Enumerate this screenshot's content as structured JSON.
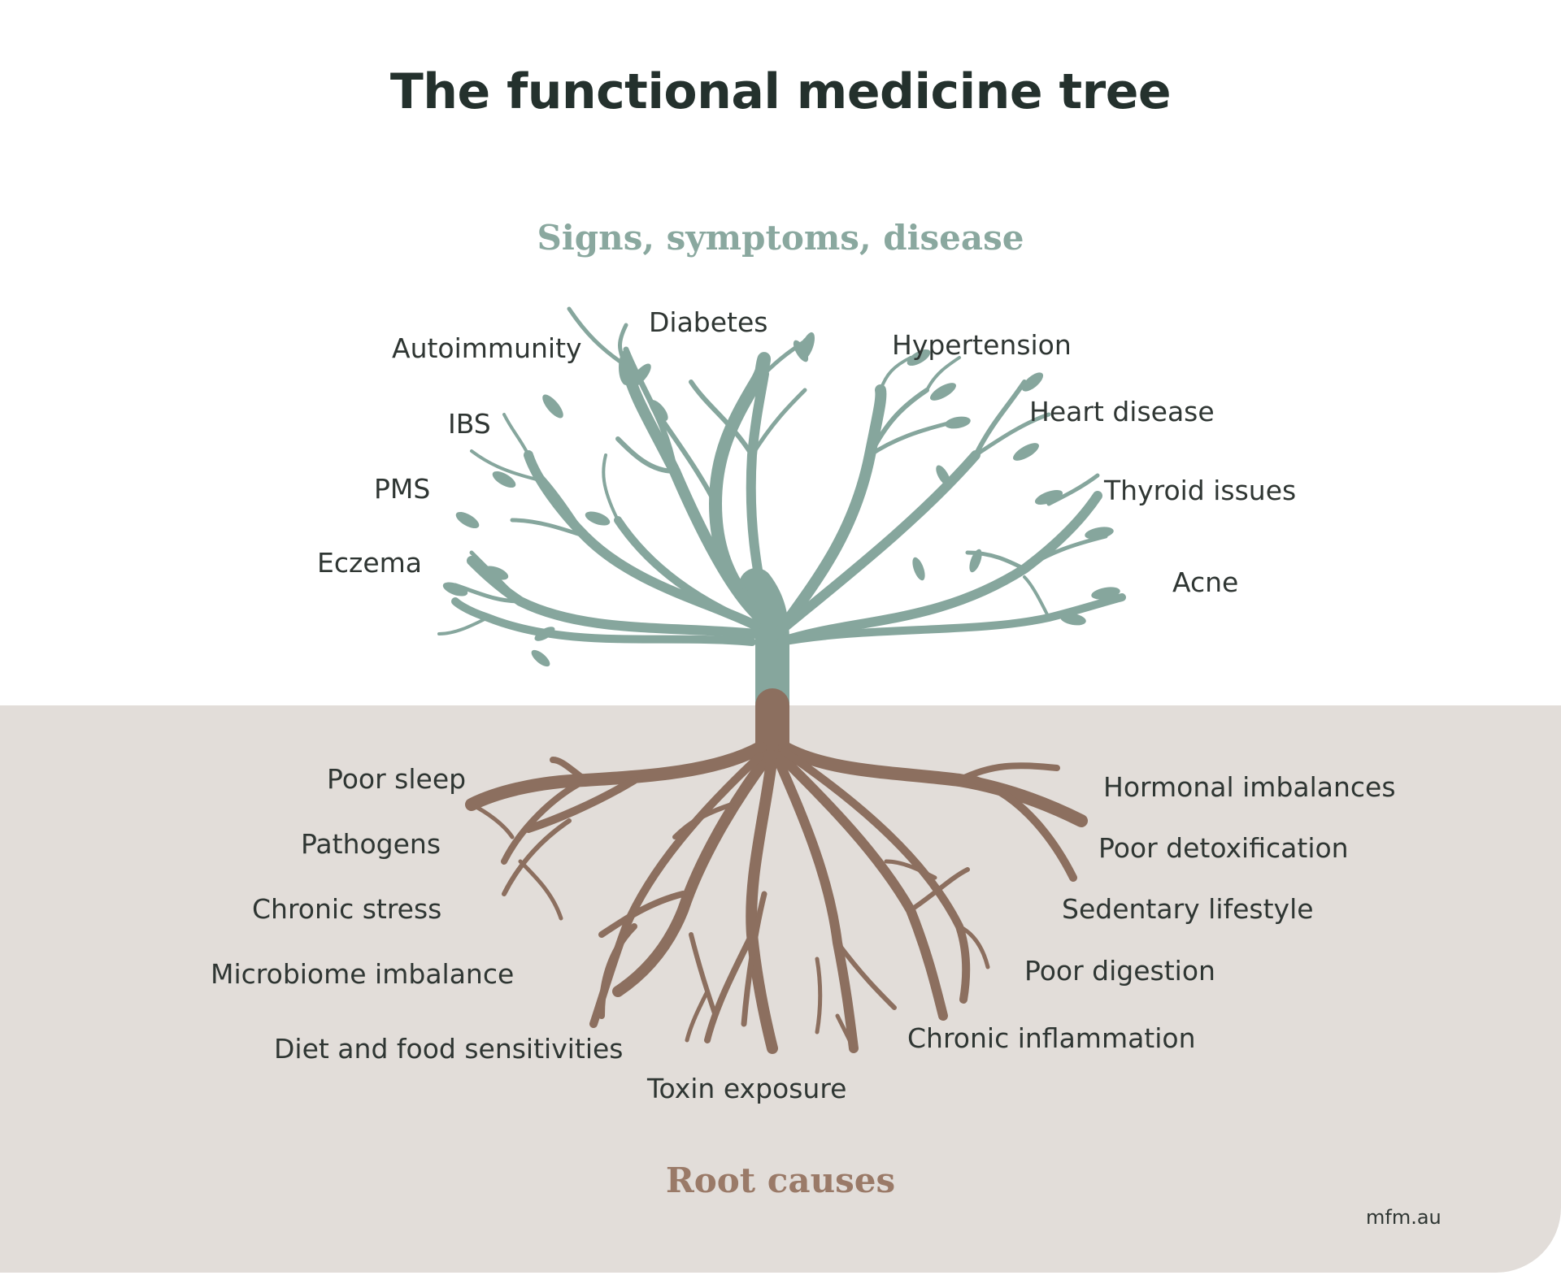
{
  "title": "The functional medicine tree",
  "canopy": {
    "heading": "Signs, symptoms, disease",
    "labels": [
      "Diabetes",
      "Autoimmunity",
      "Hypertension",
      "Heart disease",
      "IBS",
      "PMS",
      "Thyroid issues",
      "Eczema",
      "Acne"
    ]
  },
  "roots": {
    "heading": "Root causes",
    "labels": [
      "Poor sleep",
      "Hormonal imbalances",
      "Pathogens",
      "Poor detoxification",
      "Chronic stress",
      "Sedentary lifestyle",
      "Microbiome imbalance",
      "Poor digestion",
      "Diet and food sensitivities",
      "Chronic inflammation",
      "Toxin exposure"
    ]
  },
  "credit": "mfm.au",
  "colors": {
    "title": "#24312d",
    "canopy_heading": "#8aa89f",
    "tree": "#86a69d",
    "roots": "#8c6f5f",
    "roots_heading": "#9a7a68",
    "ground": "#e2ddd9",
    "text": "#2f3633"
  }
}
